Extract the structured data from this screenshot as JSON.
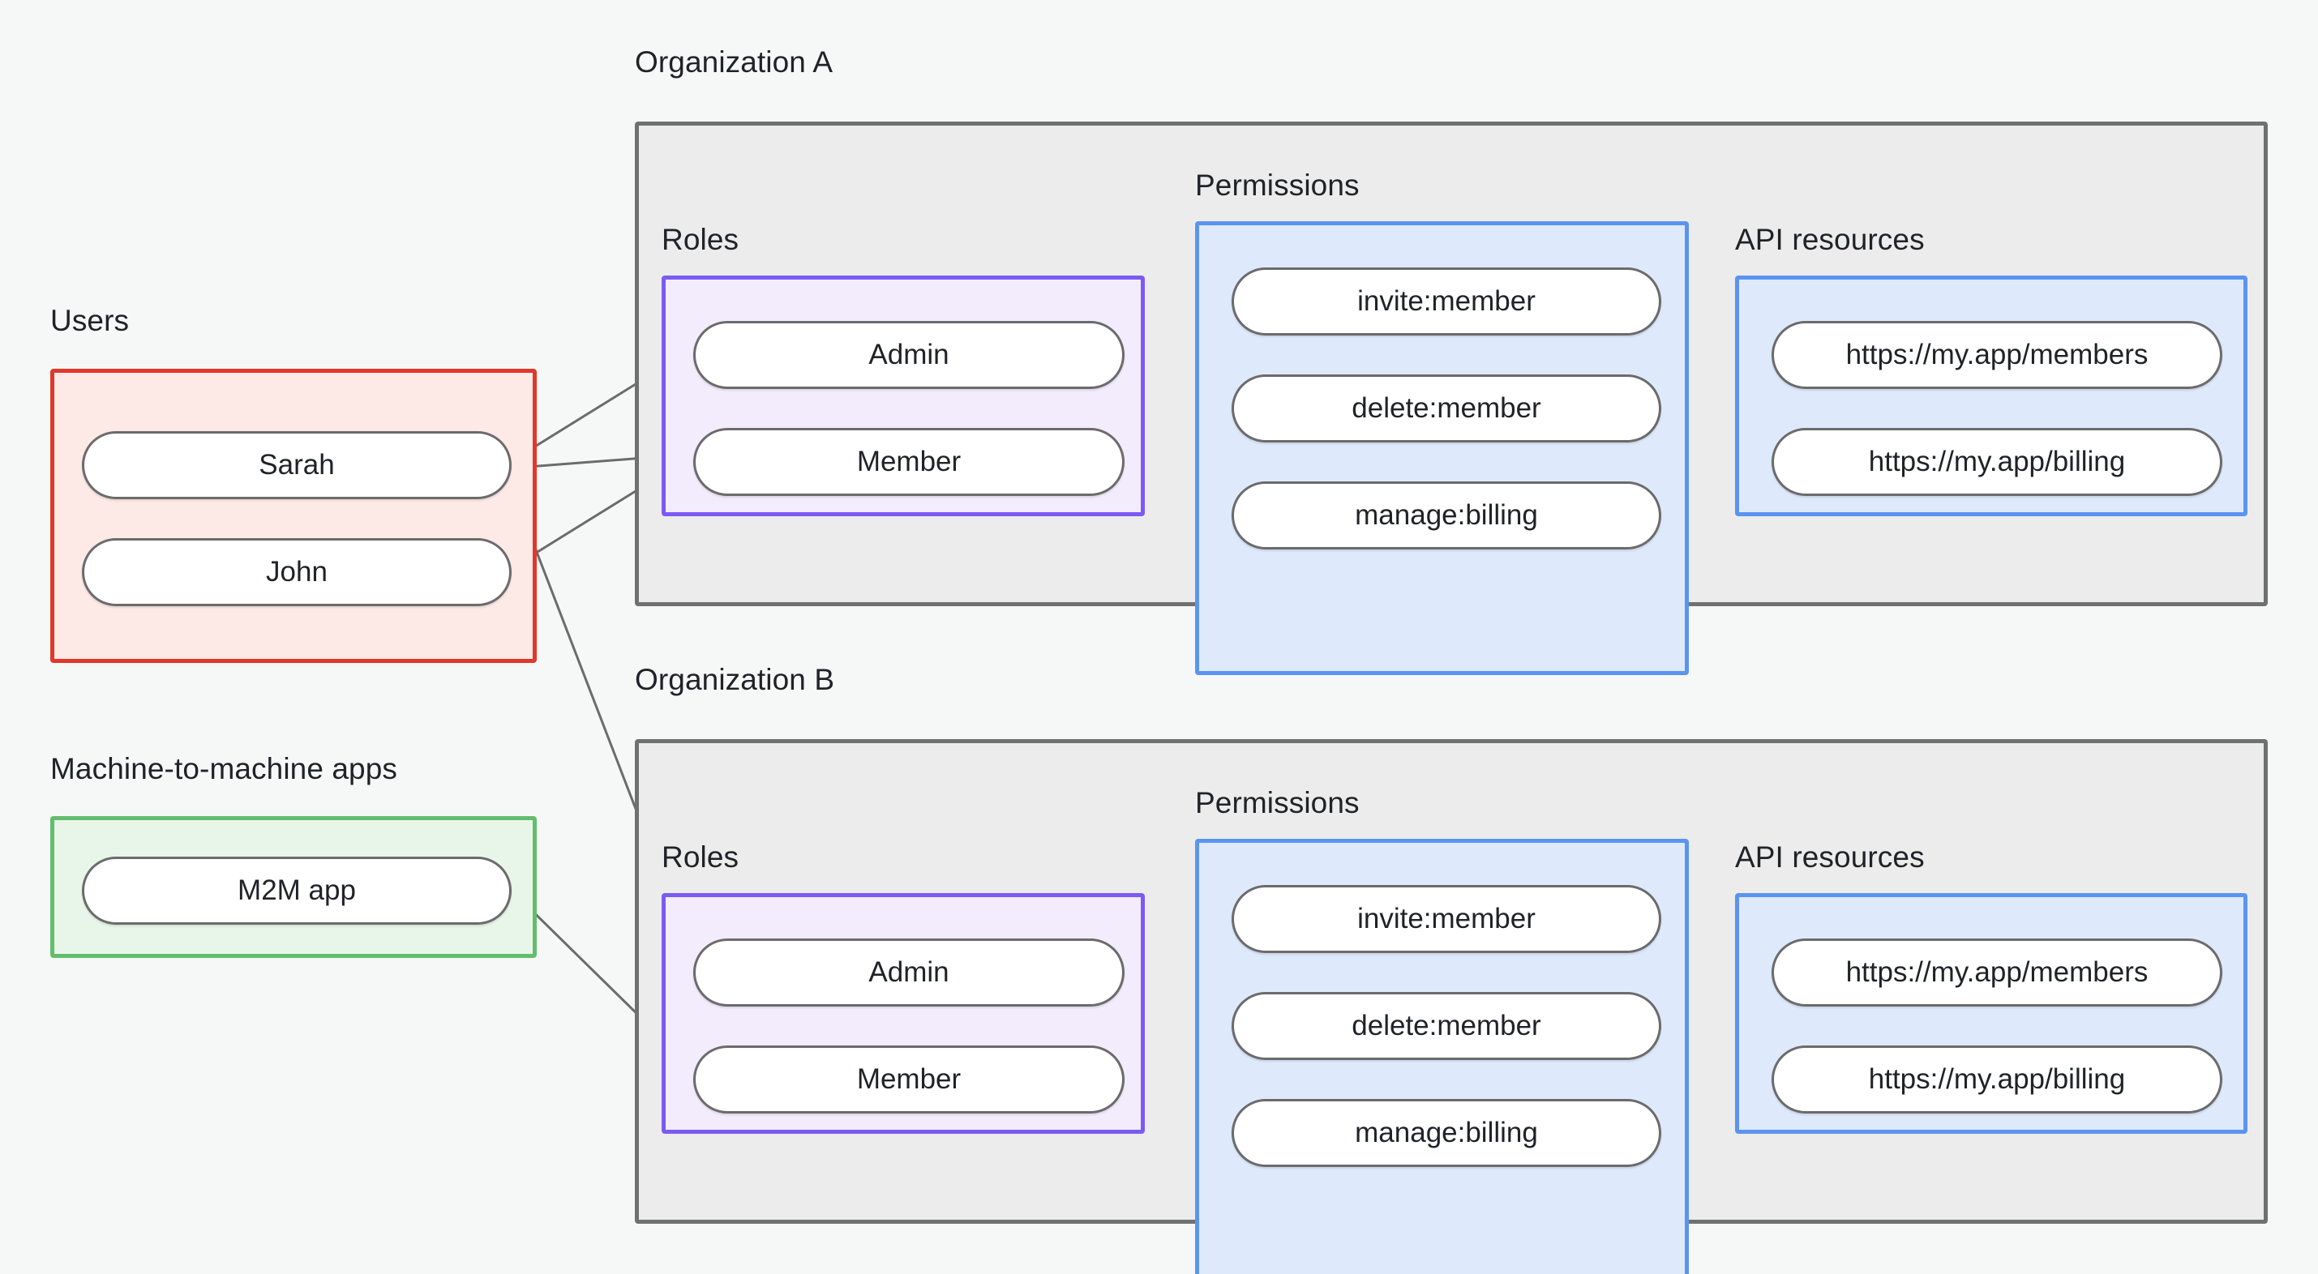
{
  "diagram": {
    "title_visible": false,
    "colors": {
      "page_background": "#f6f8f8",
      "org_border": "#6f7070",
      "org_fill": "#ececec",
      "users_border": "#e0382a",
      "users_fill": "#fdeae7",
      "m2m_border": "#63bd6d",
      "m2m_fill": "#e8f6e9",
      "roles_border": "#7b5bf2",
      "roles_fill": "#f3ecfd",
      "permissions_border": "#5b94f0",
      "permissions_fill": "#deeafc",
      "api_resources_border": "#5b94f0",
      "api_resources_fill": "#deeafc",
      "node_border": "#6b6b6b",
      "node_fill": "#ffffff",
      "edge": "#6b6b6b",
      "text": "#1f2328"
    }
  },
  "left_column": {
    "users": {
      "caption": "Users",
      "items": [
        {
          "label": "Sarah"
        },
        {
          "label": "John"
        }
      ]
    },
    "machine_to_machine": {
      "caption": "Machine-to-machine apps",
      "items": [
        {
          "label": "M2M app"
        }
      ]
    }
  },
  "organizations": [
    {
      "caption": "Organization A",
      "roles": {
        "caption": "Roles",
        "items": [
          {
            "label": "Admin"
          },
          {
            "label": "Member"
          }
        ]
      },
      "permissions": {
        "caption": "Permissions",
        "items": [
          {
            "label": "invite:member"
          },
          {
            "label": "delete:member"
          },
          {
            "label": "manage:billing"
          }
        ]
      },
      "api_resources": {
        "caption": "API resources",
        "items": [
          {
            "label": "https://my.app/members"
          },
          {
            "label": "https://my.app/billing"
          }
        ]
      }
    },
    {
      "caption": "Organization B",
      "roles": {
        "caption": "Roles",
        "items": [
          {
            "label": "Admin"
          },
          {
            "label": "Member"
          }
        ]
      },
      "permissions": {
        "caption": "Permissions",
        "items": [
          {
            "label": "invite:member"
          },
          {
            "label": "delete:member"
          },
          {
            "label": "manage:billing"
          }
        ]
      },
      "api_resources": {
        "caption": "API resources",
        "items": [
          {
            "label": "https://my.app/members"
          },
          {
            "label": "https://my.app/billing"
          }
        ]
      }
    }
  ],
  "connections": [
    {
      "from": "users.Sarah",
      "to": "orgA.roles.Admin"
    },
    {
      "from": "users.John",
      "to": "orgA.roles.Member"
    },
    {
      "from": "users.John",
      "to": "orgB.roles.Admin"
    },
    {
      "from": "m2m.M2M app",
      "to": "orgB.roles.Member"
    },
    {
      "from": "orgA.roles.Admin",
      "to": "orgA.permissions.invite:member"
    },
    {
      "from": "orgA.roles.Admin",
      "to": "orgA.permissions.delete:member"
    },
    {
      "from": "orgA.roles.Member",
      "to": "orgA.permissions.manage:billing"
    },
    {
      "from": "orgA.permissions.invite:member",
      "to": "orgA.api_resources.https://my.app/members"
    },
    {
      "from": "orgA.permissions.delete:member",
      "to": "orgA.api_resources.https://my.app/members"
    },
    {
      "from": "orgA.permissions.manage:billing",
      "to": "orgA.api_resources.https://my.app/billing"
    },
    {
      "from": "orgB.roles.Admin",
      "to": "orgB.permissions.invite:member"
    },
    {
      "from": "orgB.roles.Admin",
      "to": "orgB.permissions.delete:member"
    },
    {
      "from": "orgB.roles.Member",
      "to": "orgB.permissions.manage:billing"
    },
    {
      "from": "orgB.permissions.invite:member",
      "to": "orgB.api_resources.https://my.app/members"
    },
    {
      "from": "orgB.permissions.delete:member",
      "to": "orgB.api_resources.https://my.app/members"
    },
    {
      "from": "orgB.permissions.manage:billing",
      "to": "orgB.api_resources.https://my.app/billing"
    }
  ]
}
